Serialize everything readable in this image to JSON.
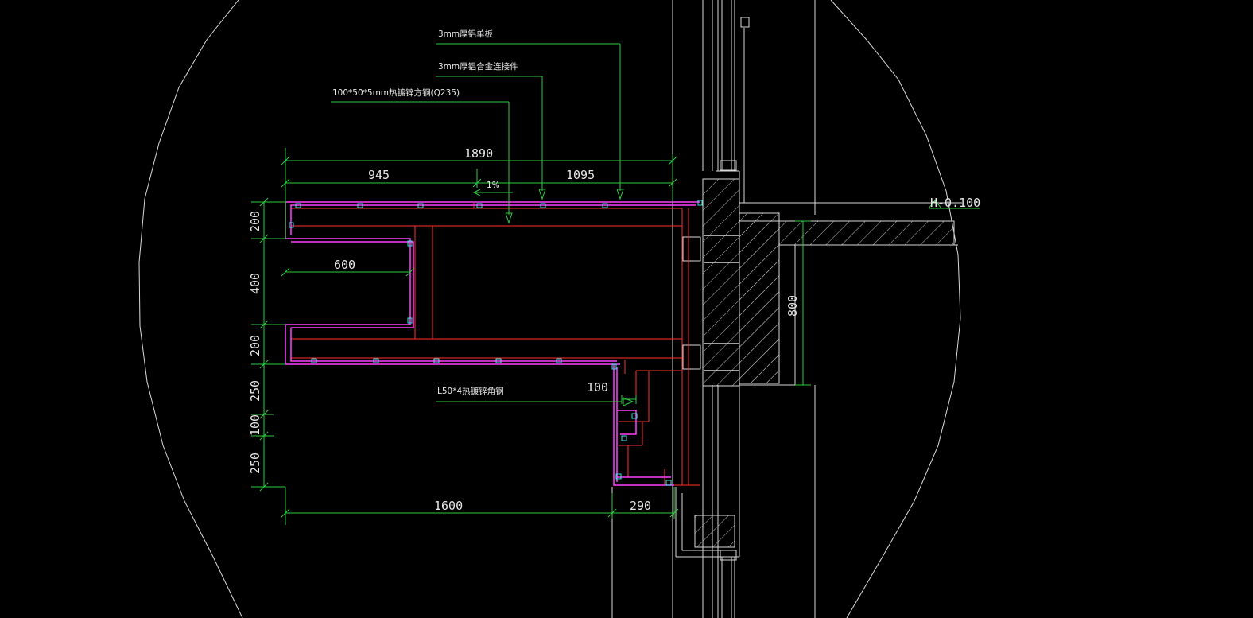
{
  "colors": {
    "background": "#000000",
    "linework": "#d8d8d8",
    "dimension": "#2ecc40",
    "steel_frame": "#ff3030",
    "aluminum_panel": "#ff40ff",
    "fastener": "#40e0e0"
  },
  "annotations": {
    "panel": "3mm厚铝单板",
    "connector": "3mm厚铝合金连接件",
    "steel_tube": "100*50*5mm热镀锌方钢(Q235)",
    "angle_steel": "L50*4热镀锌角钢",
    "slope": "1%",
    "level": "H-0.100"
  },
  "dimensions": {
    "top_total": "1890",
    "top_left": "945",
    "top_right": "1095",
    "inner_width": "600",
    "left_1": "200",
    "left_2": "400",
    "left_3": "200",
    "left_4": "250",
    "left_5": "100",
    "left_6": "250",
    "bottom_left": "1600",
    "bottom_right": "290",
    "step_width": "100",
    "beam_depth": "800"
  }
}
